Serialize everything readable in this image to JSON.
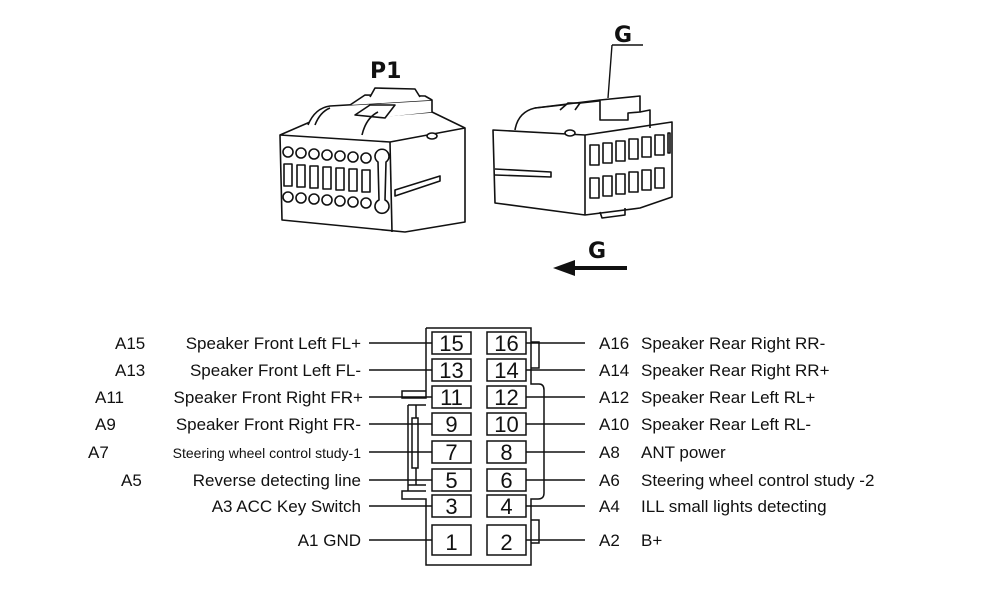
{
  "connector_label": "P1",
  "guide_label_top": "G",
  "guide_label_arrow": "G",
  "pins": [
    {
      "num": "15",
      "code": "A15",
      "desc": "Speaker Front Left FL+",
      "side": "left"
    },
    {
      "num": "16",
      "code": "A16",
      "desc": "Speaker Rear Right RR-",
      "side": "right"
    },
    {
      "num": "13",
      "code": "A13",
      "desc": "Speaker Front Left FL-",
      "side": "left"
    },
    {
      "num": "14",
      "code": "A14",
      "desc": "Speaker Rear Right RR+",
      "side": "right"
    },
    {
      "num": "11",
      "code": "A11",
      "desc": "Speaker Front Right FR+",
      "side": "left"
    },
    {
      "num": "12",
      "code": "A12",
      "desc": "Speaker Rear Left RL+",
      "side": "right"
    },
    {
      "num": "9",
      "code": "A9",
      "desc": "Speaker Front Right FR-",
      "side": "left"
    },
    {
      "num": "10",
      "code": "A10",
      "desc": "Speaker Rear Left RL-",
      "side": "right"
    },
    {
      "num": "7",
      "code": "A7",
      "desc": "Steering wheel control study-1",
      "side": "left"
    },
    {
      "num": "8",
      "code": "A8",
      "desc": "ANT power",
      "side": "right"
    },
    {
      "num": "5",
      "code": "A5",
      "desc": "Reverse detecting line",
      "side": "left"
    },
    {
      "num": "6",
      "code": "A6",
      "desc": "Steering wheel control study -2",
      "side": "right"
    },
    {
      "num": "3",
      "code": "A3",
      "desc": "ACC Key Switch",
      "side": "left"
    },
    {
      "num": "4",
      "code": "A4",
      "desc": "ILL small lights detecting",
      "side": "right"
    },
    {
      "num": "1",
      "code": "A1",
      "desc": "GND",
      "side": "left"
    },
    {
      "num": "2",
      "code": "A2",
      "desc": "B+",
      "side": "right"
    }
  ]
}
